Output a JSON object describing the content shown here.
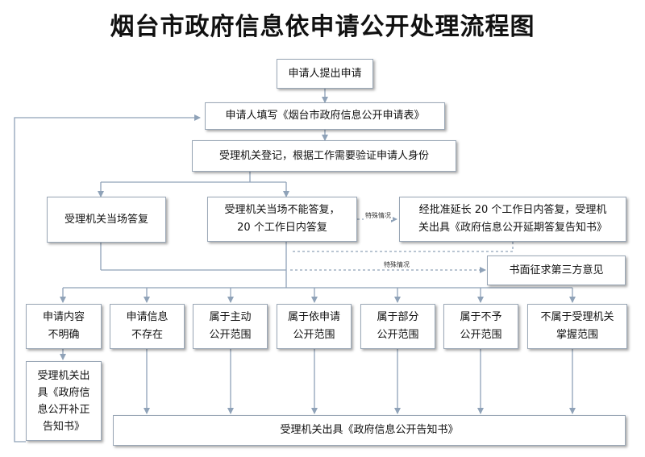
{
  "title": "烟台市政府信息依申请公开处理流程图",
  "nodes": {
    "submit": "申请人提出申请",
    "fill_form": "申请人填写《烟台市政府信息公开申请表》",
    "register": "受理机关登记，根据工作需要验证申请人身份",
    "reply_on_spot": "受理机关当场答复",
    "cannot_reply_line1": "受理机关当场不能答复，",
    "cannot_reply_line2": "20 个工作日内答复",
    "extension_line1": "经批准延长 20 个工作日内答复，受理机",
    "extension_line2": "关出具《政府信息公开延期答复告知书》",
    "third_party": "书面征求第三方意见",
    "unclear_line1": "申请内容",
    "unclear_line2": "不明确",
    "not_exist_line1": "申请信息",
    "not_exist_line2": "不存在",
    "proactive_line1": "属于主动",
    "proactive_line2": "公开范围",
    "on_request_line1": "属于依申请",
    "on_request_line2": "公开范围",
    "partial_line1": "属于部分",
    "partial_line2": "公开范围",
    "not_disclosed_line1": "属于不予",
    "not_disclosed_line2": "公开范围",
    "not_held_line1": "不属于受理机关",
    "not_held_line2": "掌握范围",
    "correction_line1": "受理机关出",
    "correction_line2": "具《政府信",
    "correction_line3": "息公开补正",
    "correction_line4": "告知书》",
    "notice": "受理机关出具《政府信息公开告知书》"
  },
  "edge_labels": {
    "special_case_1": "特殊情况",
    "special_case_2": "特殊情况"
  }
}
